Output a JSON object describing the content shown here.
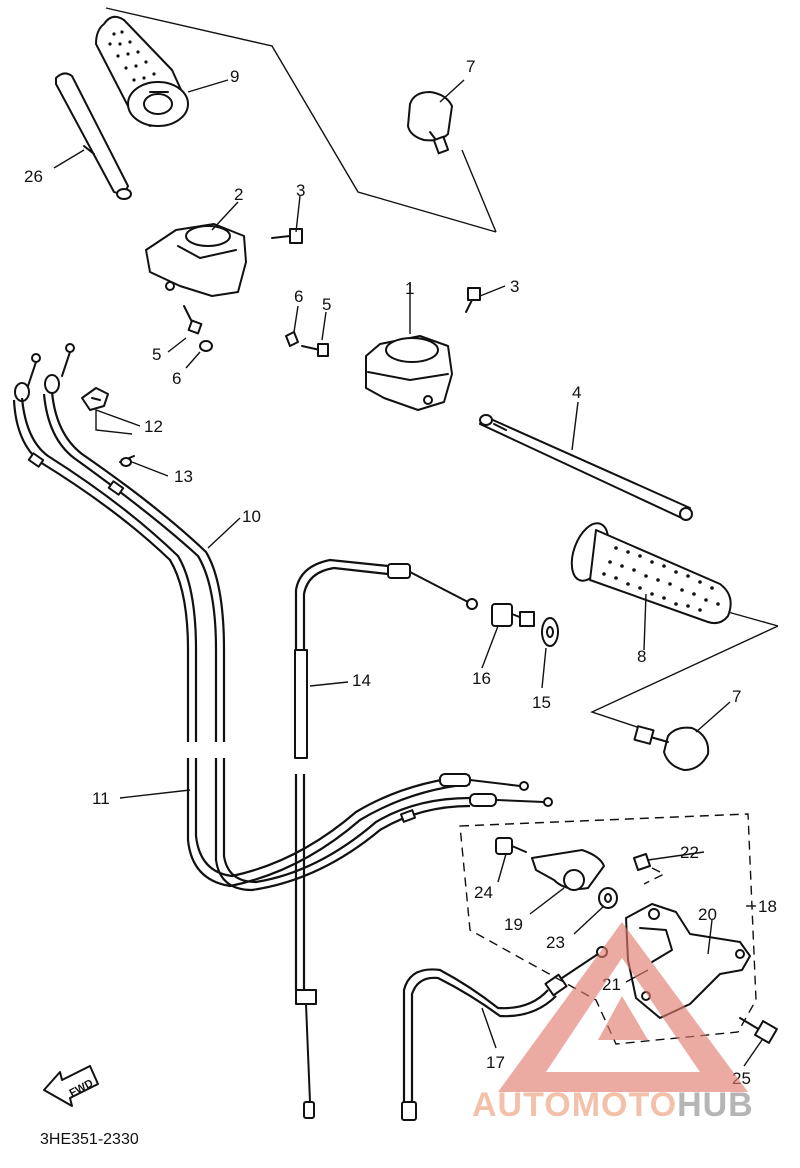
{
  "diagram": {
    "code": "3HE351-2330",
    "fwd_label": "FWD",
    "callouts": {
      "c1": "1",
      "c2": "2",
      "c3a": "3",
      "c3b": "3",
      "c4": "4",
      "c5a": "5",
      "c5b": "5",
      "c6a": "6",
      "c6b": "6",
      "c7a": "7",
      "c7b": "7",
      "c8": "8",
      "c9": "9",
      "c10": "10",
      "c11": "11",
      "c12": "12",
      "c13": "13",
      "c14": "14",
      "c15": "15",
      "c16": "16",
      "c17": "17",
      "c18": "18",
      "c19": "19",
      "c20": "20",
      "c21": "21",
      "c22": "22",
      "c23": "23",
      "c24": "24",
      "c25": "25",
      "c26": "26"
    }
  },
  "watermark": {
    "brand_auto": "AUTOMOTO",
    "brand_hub": "HUB",
    "colors": {
      "triangle": "#e07a6e",
      "auto": "#f2b79c",
      "hub": "#a9a9a9"
    }
  }
}
